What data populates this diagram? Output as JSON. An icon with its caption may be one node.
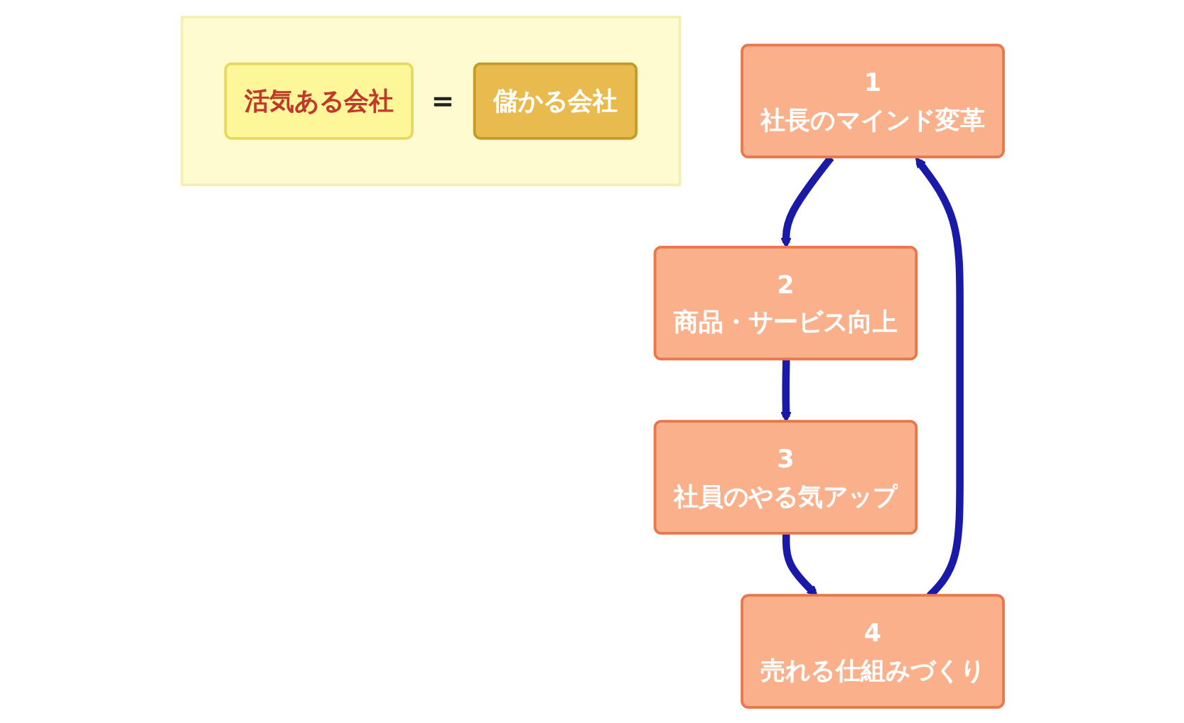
{
  "diagram": {
    "nodes": [
      {
        "text": [
          "1",
          "社長のマインド変革"
        ]
      },
      {
        "text": [
          "2",
          "商品・サービス向上"
        ]
      },
      {
        "text": [
          "3",
          "社員のやる気アップ"
        ]
      },
      {
        "text": [
          "4",
          "売れる仕組みづくり"
        ]
      },
      {
        "text": [],
        "shape": "box"
      },
      {
        "text": [
          "活気ある会社"
        ],
        "in": 4
      },
      {
        "text": [
          "儲かる会社"
        ],
        "in": 4
      }
    ],
    "edges": [
      {
        "from": 0,
        "to": 1,
        "arrow": "to"
      },
      {
        "from": 1,
        "to": 2,
        "arrow": "to"
      },
      {
        "from": 2,
        "to": 3,
        "arrow": "to"
      },
      {
        "from": 3,
        "to": 0,
        "arrow": "to"
      }
    ],
    "labels": [
      "＝"
    ]
  }
}
